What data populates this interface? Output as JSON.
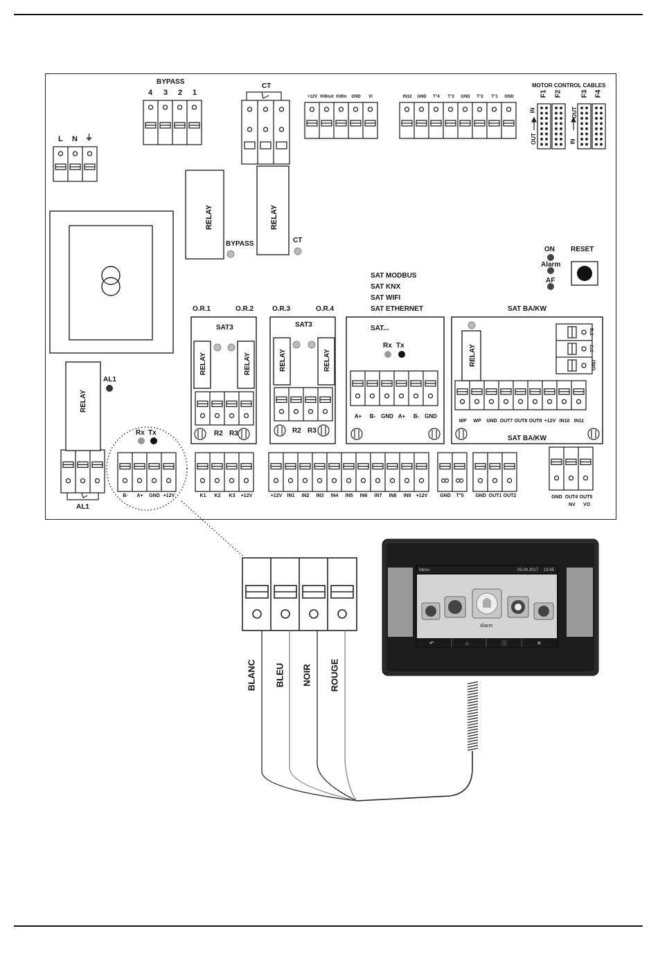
{
  "board": {
    "bypass": {
      "title": "BYPASS",
      "numbers": [
        "4",
        "3",
        "2",
        "1"
      ]
    },
    "power": {
      "l": "L",
      "n": "N",
      "ground_symbol": "⏚"
    },
    "ct": {
      "title": "CT"
    },
    "top_connector_a": [
      "+12V",
      "KWout",
      "KWin",
      "GND",
      "VI"
    ],
    "top_connector_b": [
      "IN12",
      "GND",
      "T°4",
      "T°3",
      "GND",
      "T°2",
      "T°1",
      "GND"
    ],
    "motor": {
      "title": "MOTOR CONTROL CABLES",
      "f_labels": [
        "F1",
        "F2",
        "F3",
        "F4"
      ],
      "in": "IN",
      "out": "OUT"
    },
    "relay_label": "RELAY",
    "bypass_led": "BYPASS",
    "ct_led": "CT",
    "status": {
      "on": "ON",
      "alarm": "Alarm",
      "af": "AF",
      "reset": "RESET"
    },
    "sat_list": [
      "SAT MODBUS",
      "SAT KNX",
      "SAT WIFI",
      "SAT ETHERNET"
    ],
    "or_labels": [
      "O.R.1",
      "O.R.2",
      "O.R.3",
      "O.R.4"
    ],
    "sat3": "SAT3",
    "sat_dots": "SAT...",
    "rx": "Rx",
    "tx": "Tx",
    "sat_bus_pins": [
      "A+",
      "B-",
      "GND",
      "A+",
      "B-",
      "GND"
    ],
    "r2": "R2",
    "r3": "R3",
    "sat_ba_kw": "SAT BA/KW",
    "ba_right_pins": [
      "T°8",
      "T°7",
      "GND"
    ],
    "ba_bottom_pins": [
      "WP",
      "WP",
      "GND",
      "OUT7",
      "OUT8",
      "OUT9",
      "+12V",
      "IN10",
      "IN11"
    ],
    "al1": "AL1",
    "bus_pins": [
      "B-",
      "A+",
      "GND",
      "+12V"
    ],
    "k_pins": [
      "K1",
      "K2",
      "K3",
      "+12V"
    ],
    "in_pins": [
      "+12V",
      "IN1",
      "IN2",
      "IN3",
      "IN4",
      "IN5",
      "IN6",
      "IN7",
      "IN8",
      "IN9",
      "+12V"
    ],
    "t5_pins": [
      "GND",
      "T°5"
    ],
    "out_pins": [
      "GND",
      "OUT1",
      "OUT2"
    ],
    "out4_pins": [
      "GND",
      "OUT4",
      "OUT5"
    ],
    "out4_sub": [
      "NV",
      "VO"
    ]
  },
  "wires": [
    "BLANC",
    "BLEU",
    "NOIR",
    "ROUGE"
  ],
  "panel": {
    "menu": "Menu",
    "date": "05.04.2017",
    "time": "15:45",
    "alarm": "Alarm"
  }
}
